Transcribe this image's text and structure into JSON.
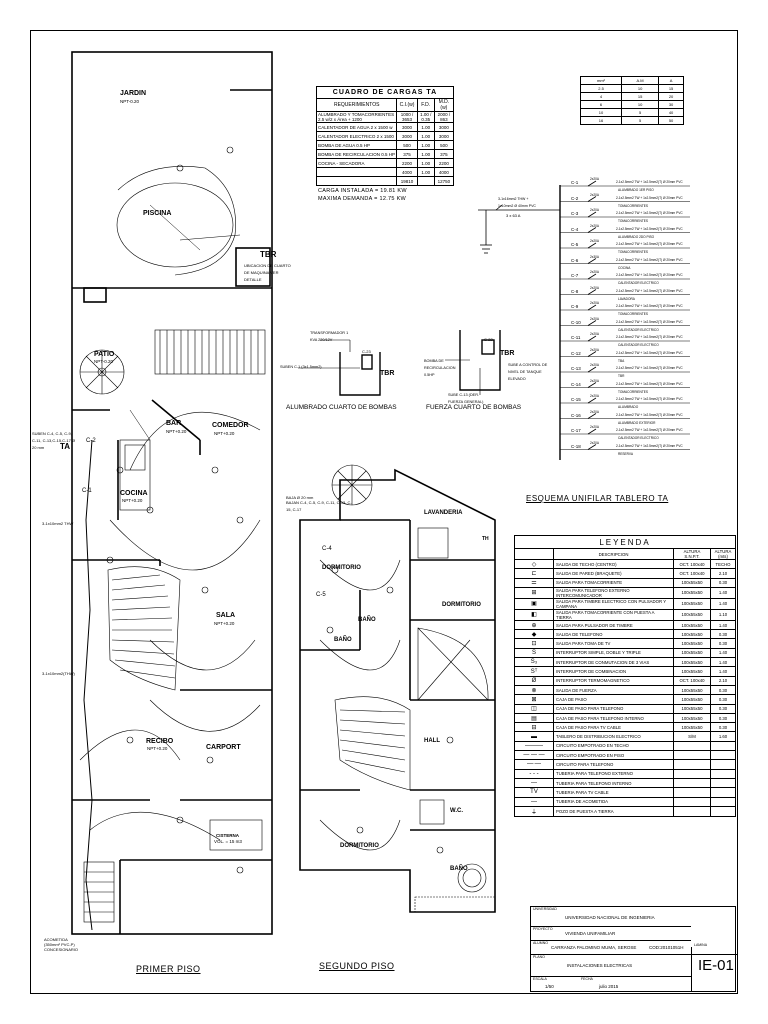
{
  "planta1": {
    "titulo": "PRIMER PISO",
    "jardin": "JARDIN",
    "nptjardin": "NPT-0.20",
    "piscina": "PISCINA",
    "patio": "PATIO",
    "nptpatio": "NPT-0.20",
    "bar": "BAR",
    "nptbar": "NPT+0.20",
    "comedor": "COMEDOR",
    "nptcomedor": "NPT+0.20",
    "cocina": "COCINA",
    "nptcocina": "NPT+0.20",
    "sala": "SALA",
    "nptsala": "NPT+0.20",
    "recibo": "RECIBO",
    "nptrecibo": "NPT+0.20",
    "carport": "CARPORT",
    "cisterna": "CISTERNA",
    "vol": "VOL. = 15 m3",
    "tbr": "TBR",
    "ta": "TA",
    "acometida": "ACOMETIDA",
    "acometida2": "(350mm² PVC-P)",
    "acometida3": "CONCESIONARIO",
    "nota_tbr": "UBICACION DE CUARTO DE MAQUINA VER DETALLE",
    "sube": "SUBEN C-4, C-5, C-9, C-11, C-13,C-15,C-17 Ø 20 mm",
    "c1": "C-1",
    "c2": "C-2",
    "pozo": "3-1x10mm2 THW",
    "tierra": "3-1x10mm2(THW)",
    "tomacorriente": "BAJA Ø 20 mm"
  },
  "planta2": {
    "titulo": "SEGUNDO PISO",
    "lavanderia": "LAVANDERIA",
    "dormitorio1": "DORMITORIO",
    "dormitorio2": "DORMITORIO",
    "dormitorio3": "DORMITORIO",
    "bano1": "BAÑO",
    "bano2": "BAÑO",
    "bano3": "BAÑO",
    "hall": "HALL",
    "wc": "W.C.",
    "th": "TH",
    "baja": "BAJA Ø 20 mm",
    "bajan": "BAJAN C-4, C-5, C-9, C-11, C-13, C-15, C-17",
    "c4": "C-4",
    "c5": "C-5"
  },
  "cuadro_cargas": {
    "titulo": "CUADRO DE CARGAS TA",
    "headers": [
      "REQUERIMIENTOS",
      "C.I.(w)",
      "F.D.",
      "M.D.(w)"
    ],
    "rows": [
      [
        "ALUMBRADO Y TOMACORRIENTES 2.5 w/2 x Área + 1200",
        "1000 / 3653",
        "1.00 / 0.35",
        "2000 / 863"
      ],
      [
        "CALENTADOR DE AGUA 2 x 1500 w",
        "3000",
        "1.00",
        "3000"
      ],
      [
        "CALENTADOR ELECTRICO 2 x 1500",
        "3000",
        "1.00",
        "3000"
      ],
      [
        "BOMBA DE AGUA 0.5 HP",
        "500",
        "1.00",
        "500"
      ],
      [
        "BOMBA DE RECIRCULACION 0.5 HP",
        "375",
        "1.00",
        "375"
      ],
      [
        "COCINA - SECADORA",
        "2200",
        "1.00",
        "2200"
      ],
      [
        "",
        "4000",
        "1.00",
        "4000"
      ],
      [
        "",
        "19810",
        "",
        "12750"
      ]
    ],
    "carga": "CARGA  INSTALADA  =  19.81  KW",
    "maxima": "MAXIMA  DEMANDA  =  12.75  KW"
  },
  "tabla_conductores": {
    "headers": [
      "mm²",
      "A.M",
      "A"
    ],
    "rows": [
      [
        "2.5",
        "10",
        "15"
      ],
      [
        "4",
        "15",
        "20"
      ],
      [
        "6",
        "10",
        "30"
      ],
      [
        "10",
        "5",
        "40"
      ],
      [
        "16",
        "5",
        "50"
      ]
    ]
  },
  "esquema": {
    "titulo": "ESQUEMA UNIFILAR TABLERO TA",
    "alimentador": "3-1x16mm2 THW + 1x10mm2 Ø 40mm PVC",
    "interruptor": "3 x 63 A",
    "circuitos": [
      {
        "id": "C-1",
        "desc": "ALUMBRADO 1ER PISO",
        "i": "2x20A"
      },
      {
        "id": "C-2",
        "desc": "TOMACORRIENTES",
        "i": "2x20A"
      },
      {
        "id": "C-3",
        "desc": "TOMACORRIENTES",
        "i": "2x20A"
      },
      {
        "id": "C-4",
        "desc": "ALUMBRADO 2DO PISO",
        "i": "2x20A"
      },
      {
        "id": "C-5",
        "desc": "TOMACORRIENTES",
        "i": "2x20A"
      },
      {
        "id": "C-6",
        "desc": "COCINA",
        "i": "2x30A"
      },
      {
        "id": "C-7",
        "desc": "CALENTADOR ELECTRICO",
        "i": "2x20A"
      },
      {
        "id": "C-8",
        "desc": "LAVADORA",
        "i": "2x20A"
      },
      {
        "id": "C-9",
        "desc": "TOMACORRIENTES",
        "i": "2x20A"
      },
      {
        "id": "C-10",
        "desc": "CALENTADOR ELECTRICO",
        "i": "2x20A"
      },
      {
        "id": "C-11",
        "desc": "CALENTADOR ELECTRICO",
        "i": "2x20A"
      },
      {
        "id": "C-12",
        "desc": "TBA",
        "i": "2x20A"
      },
      {
        "id": "C-13",
        "desc": "TBR",
        "i": "2x20A"
      },
      {
        "id": "C-14",
        "desc": "TOMACORRIENTES",
        "i": "2x20A"
      },
      {
        "id": "C-15",
        "desc": "ALUMBRADO",
        "i": "2x20A"
      },
      {
        "id": "C-16",
        "desc": "ALUMBRADO EXTERIOR",
        "i": "2x20A"
      },
      {
        "id": "C-17",
        "desc": "CALENTADOR ELECTRICO",
        "i": "2x20A"
      },
      {
        "id": "C-18",
        "desc": "RESERVA",
        "i": "2x20A"
      }
    ],
    "conductor": "2-1x2.5mm2 TW + 1x2.5mm2(T) Ø 20mm PVC"
  },
  "cuarto_bombas": {
    "alumbrado": "ALUMBRADO CUARTO DE BOMBAS",
    "fuerza": "FUERZA CUARTO DE BOMBAS",
    "tbr1": "TBR",
    "tbr2": "TBR",
    "transformador": "TRANSFORMADOR 1 KVA 220/12V",
    "subenC": "SUBEN C-1 (3x1.5mm2)",
    "bomba": "BOMBA DE RECIRCULACION 0.5HP",
    "subeA": "SUBE A CONTROL DE NIVEL DE TANQUE ELEVADO",
    "subeC": "SUBE C-13 (DER. FUERZA GENERAL)",
    "c22": "C-22",
    "c23": "C-23"
  },
  "leyenda": {
    "titulo": "LEYENDA",
    "headers": [
      "DESCRIPCION",
      "ALTURA S.N.P.T.",
      "ALTURA (mts)"
    ],
    "rows": [
      [
        "◇",
        "SALIDA DE TECHO (CENTRO)",
        "OCT. 100x40",
        "TECHO"
      ],
      [
        "⊏",
        "SALIDA DE PARED (BRAQUETE)",
        "OCT. 100x40",
        "2.10"
      ],
      [
        "⚌",
        "SALIDA PARA TOMACORRIENTE",
        "100x55x50",
        "0.30"
      ],
      [
        "⊞",
        "SALIDA PARA TELEFONO EXTERNO INTERCOMUNICADOR",
        "100x55x50",
        "1.40"
      ],
      [
        "▣",
        "SALIDA PARA TIMBRE ELECTRICO CON PULSADOR Y CAMPANA",
        "100x55x50",
        "1.40"
      ],
      [
        "◧",
        "SALIDA PARA TOMACORRIENTE CON PUESTA A TIERRA",
        "100x55x50",
        "1.10"
      ],
      [
        "⊕",
        "SALIDA PARA PULSADOR DE TIMBRE",
        "100x55x50",
        "1.40"
      ],
      [
        "◆",
        "SALIDA DE TELEFONO",
        "100x55x50",
        "0.30"
      ],
      [
        "⊡",
        "SALIDA PARA TOMA DE TV",
        "100x55x50",
        "0.30"
      ],
      [
        "S",
        "INTERRUPTOR SIMPLE, DOBLE Y TRIPLE",
        "100x55x50",
        "1.40"
      ],
      [
        "S₃",
        "INTERRUPTOR DE CONMUTACION DE 3 VIAS",
        "100x55x50",
        "1.40"
      ],
      [
        "Sᵀ",
        "INTERRUPTOR DE COMBINACION",
        "100x55x50",
        "1.40"
      ],
      [
        "Ø",
        "INTERRUPTOR TERMOMAGNETICO",
        "OCT. 100x40",
        "2.10"
      ],
      [
        "⊗",
        "SALIDA DE FUERZA",
        "100x55x50",
        "0.30"
      ],
      [
        "⊠",
        "CAJA DE PASO",
        "100x55x50",
        "0.30"
      ],
      [
        "◫",
        "CAJA DE PASO PARA TELEFONO",
        "100x55x50",
        "0.30"
      ],
      [
        "▤",
        "CAJA DE PASO PARA TELEFONO INTERNO",
        "100x55x50",
        "0.30"
      ],
      [
        "⊟",
        "CAJA DE PASO PARA TV CABLE",
        "100x55x50",
        "0.30"
      ],
      [
        "▬",
        "TABLERO DE DISTRIBUCION ELECTRICO",
        "S/M",
        "1.60"
      ],
      [
        "———",
        "CIRCUITO EMPOTRADO EN TECHO",
        "",
        ""
      ],
      [
        "— — —",
        "CIRCUITO EMPOTRADO EN PISO",
        "",
        ""
      ],
      [
        "—·—",
        "CIRCUITO PARA TELEFONO",
        "",
        ""
      ],
      [
        "- - -",
        "TUBERIA PARA TELEFONO EXTERNO",
        "",
        ""
      ],
      [
        "—",
        "TUBERIA PARA TELEFONO INTERNO",
        "",
        ""
      ],
      [
        "TV",
        "TUBERIA PARA TV CABLE",
        "",
        ""
      ],
      [
        "—",
        "TUBERIA DE ACOMETIDA",
        "",
        ""
      ],
      [
        "⏚",
        "POZO DE PUESTA A TIERRA",
        "",
        ""
      ]
    ]
  },
  "rotulo": {
    "universidad_k": "UNIVERSIDAD",
    "universidad": "UNIVERSIDAD NACIONAL DE INGENIERIA",
    "proyecto_k": "PROYECTO",
    "proyecto": "VIVIENDA UNIFAMILIAR",
    "alumno_k": "ALUMNO",
    "alumno": "CARRANZA PALOMINO MUMA, SEROSE",
    "codigo": "COD:20101051H",
    "plano_k": "PLANO",
    "plano": "INSTALACIONES ELECTRICAS",
    "escala_k": "ESCALA",
    "escala": "1/50",
    "fecha_k": "FECHA",
    "fecha": "julio 2015",
    "lamina_k": "LAMINA",
    "lamina": "IE-01"
  }
}
